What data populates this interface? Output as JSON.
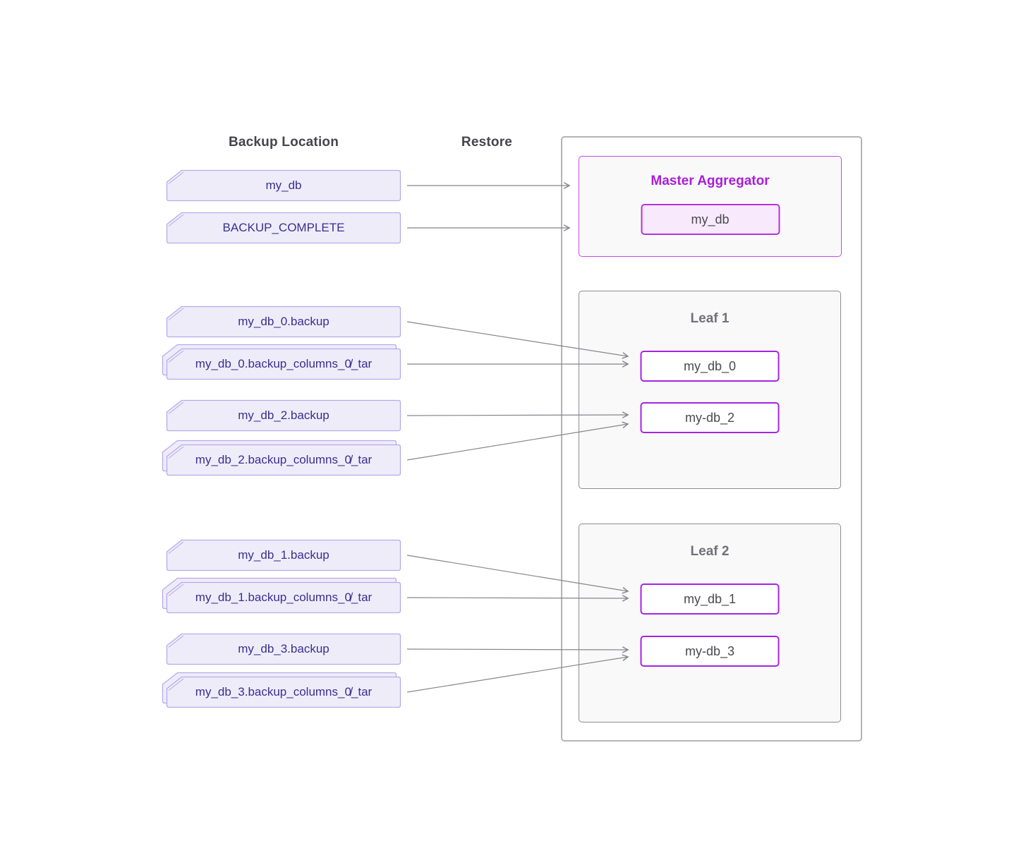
{
  "headers": {
    "backup_location": "Backup Location",
    "restore": "Restore"
  },
  "backup_files": [
    {
      "label": "my_db",
      "stacked": false
    },
    {
      "label": "BACKUP_COMPLETE",
      "stacked": false
    },
    {
      "label": "my_db_0.backup",
      "stacked": false
    },
    {
      "label": "my_db_0.backup_columns_0̸_tar",
      "stacked": true
    },
    {
      "label": "my_db_2.backup",
      "stacked": false
    },
    {
      "label": "my_db_2.backup_columns_0̸_tar",
      "stacked": true
    },
    {
      "label": "my_db_1.backup",
      "stacked": false
    },
    {
      "label": "my_db_1.backup_columns_0̸_tar",
      "stacked": true
    },
    {
      "label": "my_db_3.backup",
      "stacked": false
    },
    {
      "label": "my_db_3.backup_columns_0̸_tar",
      "stacked": true
    }
  ],
  "restore": {
    "master": {
      "title": "Master Aggregator",
      "db": "my_db"
    },
    "leaves": [
      {
        "title": "Leaf 1",
        "dbs": [
          "my_db_0",
          "my-db_2"
        ]
      },
      {
        "title": "Leaf 2",
        "dbs": [
          "my_db_1",
          "my-db_3"
        ]
      }
    ]
  },
  "connections": [
    {
      "from": "my_db",
      "to": "Master Aggregator / my_db"
    },
    {
      "from": "BACKUP_COMPLETE",
      "to": "Master Aggregator / my_db"
    },
    {
      "from": "my_db_0.backup",
      "to": "Leaf 1 / my_db_0"
    },
    {
      "from": "my_db_0.backup_columns_0_tar",
      "to": "Leaf 1 / my_db_0"
    },
    {
      "from": "my_db_2.backup",
      "to": "Leaf 1 / my-db_2"
    },
    {
      "from": "my_db_2.backup_columns_0_tar",
      "to": "Leaf 1 / my-db_2"
    },
    {
      "from": "my_db_1.backup",
      "to": "Leaf 2 / my_db_1"
    },
    {
      "from": "my_db_1.backup_columns_0_tar",
      "to": "Leaf 2 / my_db_1"
    },
    {
      "from": "my_db_3.backup",
      "to": "Leaf 2 / my-db_3"
    },
    {
      "from": "my_db_3.backup_columns_0_tar",
      "to": "Leaf 2 / my-db_3"
    }
  ],
  "colors": {
    "file_fill": "#efecfa",
    "file_border": "#b7abe8",
    "file_text": "#37308e",
    "heading_text": "#46444f",
    "arrow": "#85858c",
    "container_border": "#b3b3bb",
    "master_border": "#c846e8",
    "master_title": "#a81fd6",
    "master_db_fill": "#f8eafc",
    "master_db_border": "#b631dc",
    "leaf_border": "#8d8d93",
    "leaf_fill": "#f9f9f9",
    "leaf_title": "#71717c",
    "db_border": "#a524e6",
    "db_text": "#4a4a50"
  }
}
